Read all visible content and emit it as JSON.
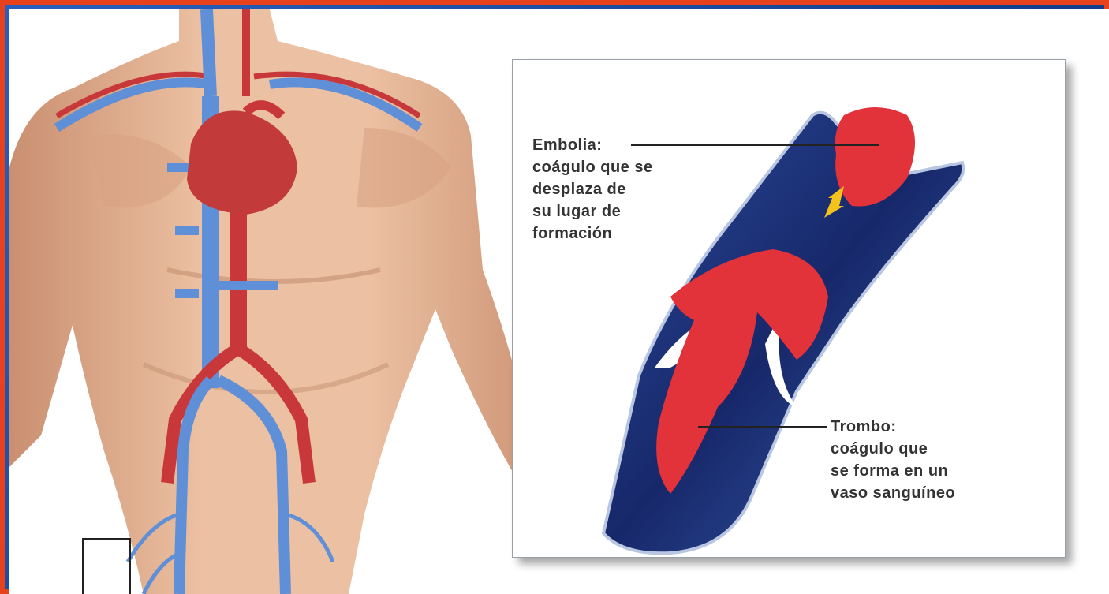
{
  "colors": {
    "border": "#e8421c",
    "blue_frame": "#1b4fa8",
    "vein": "#5f8fd6",
    "artery": "#c8383a",
    "skin": "#e8b89a",
    "clot": "#e2323a",
    "vessel_dark": "#1a2f6e",
    "arrow": "#f3c21b"
  },
  "callouts": {
    "embolia": {
      "lines": [
        "Embolia:",
        "coágulo que se",
        "desplaza de",
        "su lugar de",
        "formación"
      ]
    },
    "trombo": {
      "lines": [
        "Trombo:",
        "coágulo que",
        "se forma en un",
        "vaso sanguíneo"
      ]
    }
  }
}
